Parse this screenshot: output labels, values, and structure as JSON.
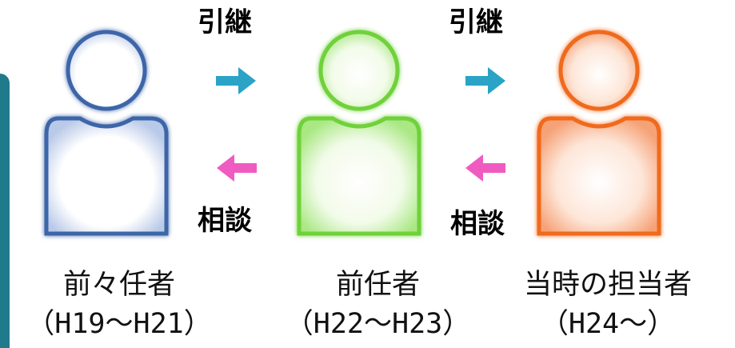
{
  "colors": {
    "person1": "#3d66a8",
    "person2": "#6fd13a",
    "person3": "#f06a1e",
    "arrow_right": "#2aa3c6",
    "arrow_left": "#f05bc2",
    "edge_bar": "#1f7a8c"
  },
  "flow": {
    "handover_label_1": "引継",
    "handover_label_2": "引継",
    "consult_label_1": "相談",
    "consult_label_2": "相談"
  },
  "people": [
    {
      "title": "前々任者",
      "period": "（H19～H21）"
    },
    {
      "title": "前任者",
      "period": "（H22～H23）"
    },
    {
      "title": "当時の担当者",
      "period": "（H24～）"
    }
  ]
}
